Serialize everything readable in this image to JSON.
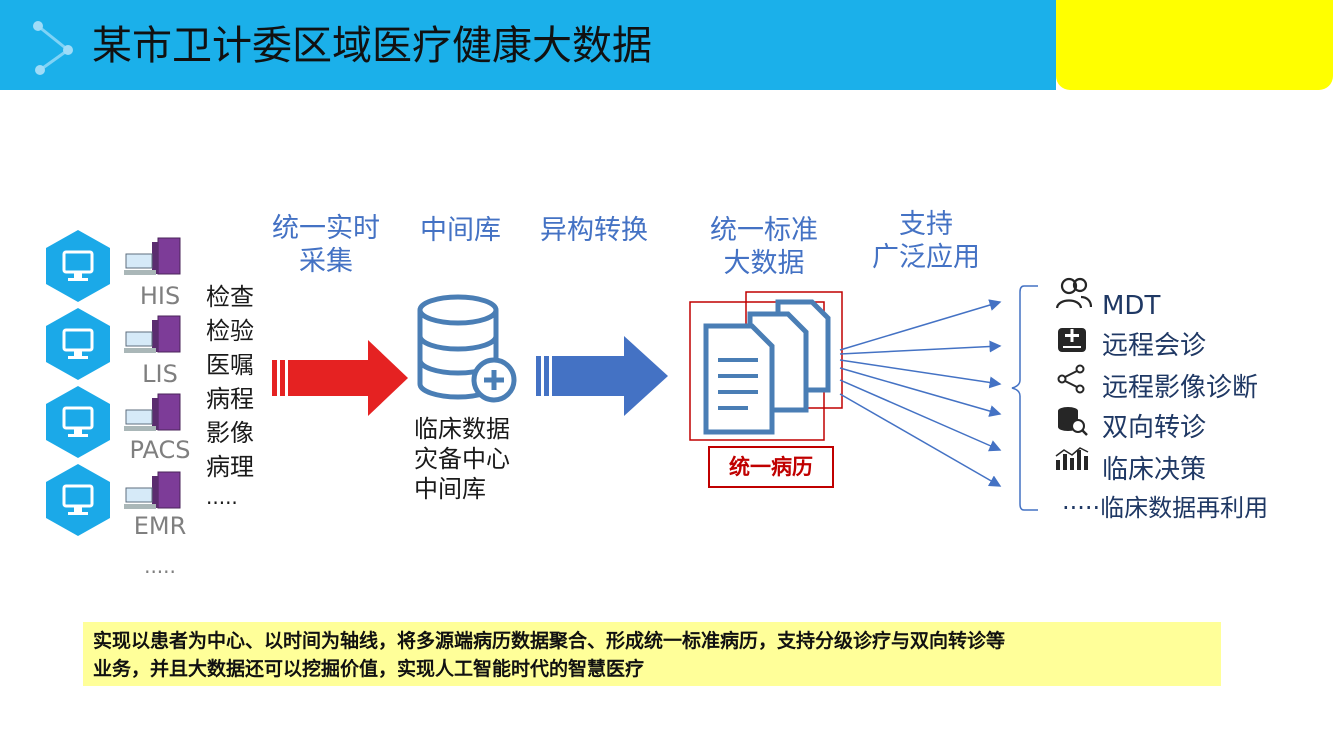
{
  "header": {
    "title": "某市卫计委区域医疗健康大数据"
  },
  "steps": {
    "collect": [
      "统一实时",
      "采集"
    ],
    "middle_db": "中间库",
    "convert": "异构转换",
    "standard": [
      "统一标准",
      "大数据"
    ],
    "support": [
      "支持",
      "广泛应用"
    ]
  },
  "source_systems": [
    "HIS",
    "LIS",
    "PACS",
    "EMR",
    "....."
  ],
  "data_types": [
    "检查",
    "检验",
    "医嘱",
    "病程",
    "影像",
    "病理",
    "....."
  ],
  "database": {
    "caption": [
      "临床数据",
      "灾备中心",
      "中间库"
    ]
  },
  "unified_record": {
    "label": "统一病历"
  },
  "applications": [
    {
      "label": "MDT",
      "icon": "doctors-icon"
    },
    {
      "label": "远程会诊",
      "icon": "medical-kit-icon"
    },
    {
      "label": "远程影像诊断",
      "icon": "share-icon"
    },
    {
      "label": "双向转诊",
      "icon": "database-search-icon"
    },
    {
      "label": "临床决策",
      "icon": "bar-chart-icon"
    }
  ],
  "applications_more": "·····临床数据再利用",
  "summary": {
    "line1": "实现以患者为中心、以时间为轴线，将多源端病历数据聚合、形成统一标准病历，支持分级诊疗与双向转诊等",
    "line2": "业务，并且大数据还可以挖掘价值，实现人工智能时代的智慧医疗"
  },
  "colors": {
    "header": "#1bb0ea",
    "accent_yellow": "#ffff00",
    "step_text": "#4472c4",
    "red_arrow": "#e52222",
    "blue_arrow": "#4472c4",
    "hex": "#1ba9e8",
    "record_border": "#c00000",
    "summary_bg": "#ffff99"
  }
}
